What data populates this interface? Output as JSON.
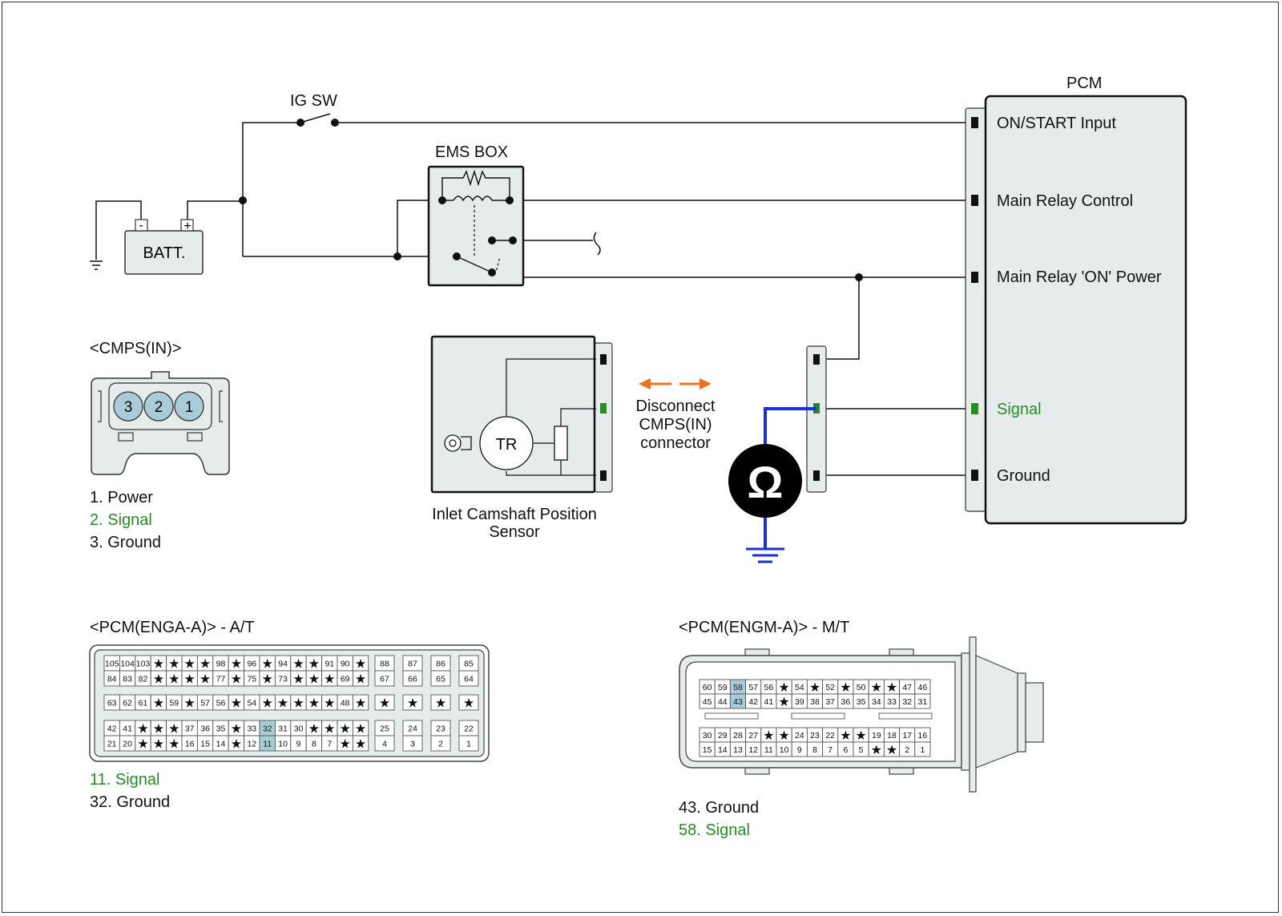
{
  "labels": {
    "pcm": "PCM",
    "ig_sw": "IG SW",
    "ems_box": "EMS BOX",
    "batt": "BATT.",
    "batt_neg": "-",
    "batt_pos": "+",
    "cmps_title": "<CMPS(IN)>",
    "tr": "TR",
    "sensor_name_line1": "Inlet Camshaft Position",
    "sensor_name_line2": "Sensor",
    "disconnect_line1": "Disconnect",
    "disconnect_line2": "CMPS(IN)",
    "disconnect_line3": "connector",
    "ohm": "Ω",
    "pcm_engaa_title": "<PCM(ENGA-A)> - A/T",
    "pcm_engma_title": "<PCM(ENGM-A)> - M/T"
  },
  "pcm_pins": [
    {
      "label": "ON/START Input",
      "color": "#111111"
    },
    {
      "label": "Main Relay Control",
      "color": "#111111"
    },
    {
      "label": "Main Relay 'ON' Power",
      "color": "#111111"
    },
    {
      "label": "Signal",
      "color": "#2a8a2a"
    },
    {
      "label": "Ground",
      "color": "#111111"
    }
  ],
  "cmps_pins": [
    "3",
    "2",
    "1"
  ],
  "cmps_legend": [
    {
      "text": "1. Power",
      "color": "#111111"
    },
    {
      "text": "2. Signal",
      "color": "#2a8a2a"
    },
    {
      "text": "3. Ground",
      "color": "#111111"
    }
  ],
  "engaa": {
    "rows": [
      [
        "105",
        "104",
        "103",
        "*",
        "*",
        "*",
        "*",
        "98",
        "*",
        "96",
        "*",
        "94",
        "*",
        "*",
        "91",
        "90",
        "*"
      ],
      [
        "84",
        "83",
        "82",
        "*",
        "*",
        "*",
        "*",
        "77",
        "*",
        "75",
        "*",
        "73",
        "*",
        "*",
        "*",
        "69",
        "*"
      ],
      [
        "63",
        "62",
        "61",
        "*",
        "59",
        "*",
        "57",
        "56",
        "*",
        "54",
        "*",
        "*",
        "*",
        "*",
        "*",
        "48",
        "*"
      ],
      [
        "42",
        "41",
        "*",
        "*",
        "*",
        "37",
        "36",
        "35",
        "*",
        "33",
        "32",
        "31",
        "30",
        "*",
        "*",
        "*",
        "*"
      ],
      [
        "21",
        "20",
        "*",
        "*",
        "*",
        "16",
        "15",
        "14",
        "*",
        "12",
        "11",
        "10",
        "9",
        "8",
        "7",
        "*",
        "*"
      ]
    ],
    "side_rows": [
      [
        "88",
        "87",
        "86",
        "85"
      ],
      [
        "67",
        "66",
        "65",
        "64"
      ],
      [
        "*",
        "*",
        "*",
        "*"
      ],
      [
        "25",
        "24",
        "23",
        "22"
      ],
      [
        "4",
        "3",
        "2",
        "1"
      ]
    ],
    "highlight": [
      "32",
      "11"
    ],
    "legend": [
      {
        "text": "11. Signal",
        "color": "#2a8a2a"
      },
      {
        "text": "32. Ground",
        "color": "#111111"
      }
    ]
  },
  "engma": {
    "rows": [
      [
        "60",
        "59",
        "58",
        "57",
        "56",
        "*",
        "54",
        "*",
        "52",
        "*",
        "50",
        "*",
        "*",
        "47",
        "46"
      ],
      [
        "45",
        "44",
        "43",
        "42",
        "41",
        "*",
        "39",
        "38",
        "37",
        "36",
        "35",
        "34",
        "33",
        "32",
        "31"
      ],
      [
        "30",
        "29",
        "28",
        "27",
        "*",
        "*",
        "24",
        "23",
        "22",
        "*",
        "*",
        "19",
        "18",
        "17",
        "16"
      ],
      [
        "15",
        "14",
        "13",
        "12",
        "11",
        "10",
        "9",
        "8",
        "7",
        "6",
        "5",
        "*",
        "*",
        "2",
        "1"
      ]
    ],
    "highlight": [
      "58",
      "43"
    ],
    "legend": [
      {
        "text": "43. Ground",
        "color": "#111111"
      },
      {
        "text": "58. Signal",
        "color": "#2a8a2a"
      }
    ]
  },
  "colors": {
    "wire": "#111111",
    "meter_wire": "#1a2fd6",
    "arrow": "#f07020",
    "box_fill": "#e6ecec",
    "pin_fill": "#a9cdd8",
    "highlight": "#a9cdd8",
    "signal_green": "#2a8a2a"
  }
}
